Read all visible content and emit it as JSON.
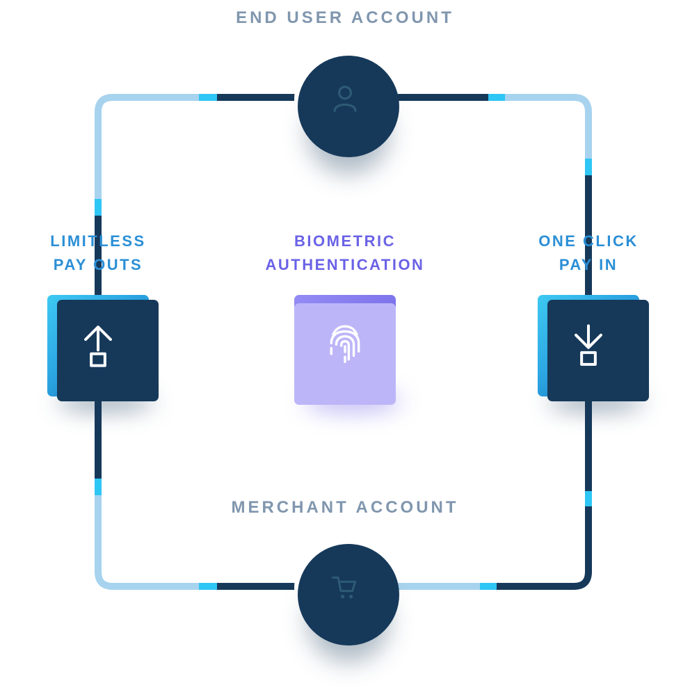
{
  "diagram": {
    "top_node": {
      "label": "END USER ACCOUNT",
      "icon": "user-icon"
    },
    "bottom_node": {
      "label": "MERCHANT ACCOUNT",
      "icon": "shopping-cart-icon"
    },
    "left_node": {
      "label_line1": "LIMITLESS",
      "label_line2": "PAY OUTS",
      "icon": "upload-arrow-icon"
    },
    "center_node": {
      "label_line1": "BIOMETRIC",
      "label_line2": "AUTHENTICATION",
      "icon": "fingerprint-icon"
    },
    "right_node": {
      "label_line1": "ONE CLICK",
      "label_line2": "PAY IN",
      "icon": "download-arrow-icon"
    }
  },
  "colors": {
    "navy": "#16395A",
    "light_blue": "#A7D3EE",
    "cyan": "#2EC6F4",
    "gray_label": "#8096AE",
    "blue_label": "#2B8FD6",
    "purple_label": "#6A62E6",
    "box_blue_1": "#3EC9F2",
    "box_blue_2": "#1476CD",
    "box_purple_1": "#948CF4",
    "box_purple_2": "#6B5FE4",
    "purple_offset": "#BCB6F8",
    "icon_stroke": "#2E5A74"
  }
}
